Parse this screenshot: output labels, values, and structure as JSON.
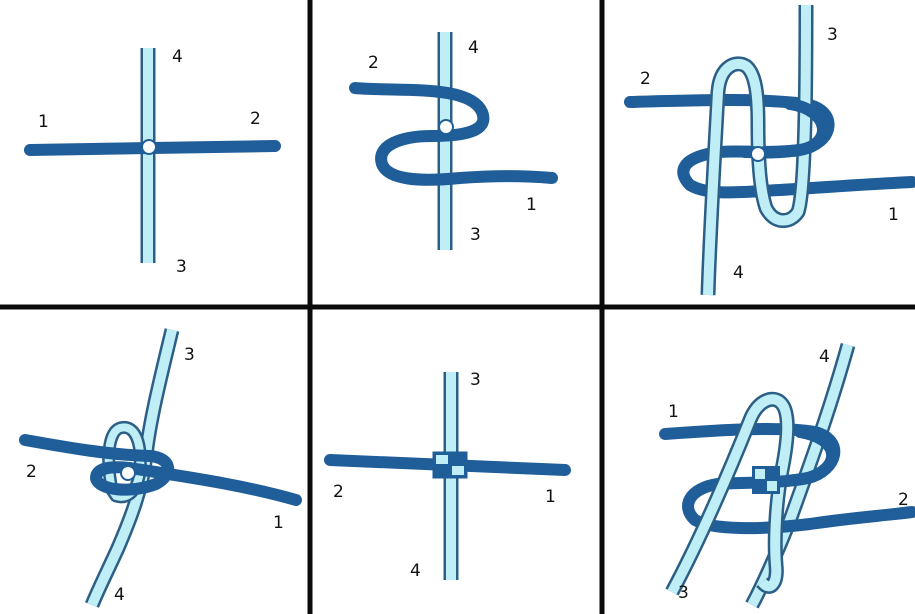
{
  "steps": [
    {
      "labels": [
        "1",
        "2",
        "4",
        "3"
      ]
    },
    {
      "labels": [
        "2",
        "4",
        "1",
        "3"
      ]
    },
    {
      "labels": [
        "2",
        "3",
        "1",
        "4"
      ]
    },
    {
      "labels": [
        "2",
        "3",
        "1",
        "4"
      ]
    },
    {
      "labels": [
        "3",
        "2",
        "1",
        "4"
      ]
    },
    {
      "labels": [
        "4",
        "1",
        "2",
        "3"
      ]
    }
  ],
  "colors": {
    "dark_cord": "#1f5e99",
    "light_cord": "#bfeef6",
    "cord_outline": "#2c5f86",
    "divider": "#0b0b0b"
  }
}
